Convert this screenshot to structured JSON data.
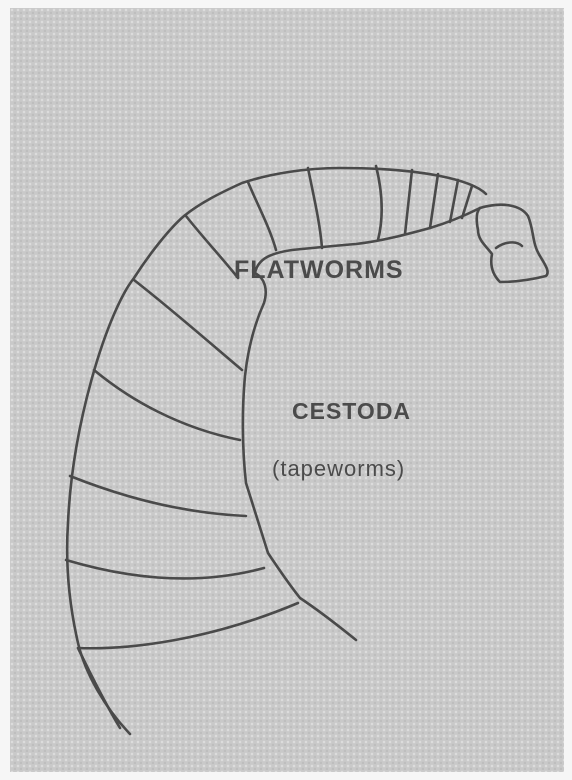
{
  "diagram": {
    "label_main": "FLATWORMS",
    "label_sub": "CESTODA",
    "label_paren": "(tapeworms)"
  }
}
